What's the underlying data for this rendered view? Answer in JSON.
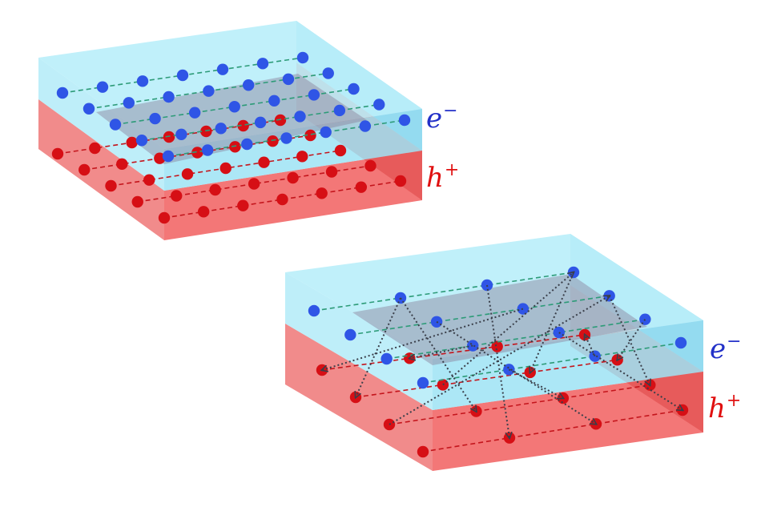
{
  "colors": {
    "electron_layer": "#9ee3f5",
    "hole_layer": "#f27070",
    "electron": "#2f55e6",
    "hole": "#d60f15",
    "electron_grid": "#2d9b78",
    "hole_grid": "#c4151c",
    "scatter_arrow": "#3a3f4a",
    "label_electron": "#2230c8",
    "label_hole": "#e01010"
  },
  "panels": [
    {
      "state": "ordered",
      "labels": {
        "electron": {
          "base": "e",
          "sup": "−"
        },
        "hole": {
          "base": "h",
          "sup": "+"
        }
      },
      "electron_grid": {
        "rows": 5,
        "cols": 7
      },
      "hole_grid": {
        "rows": 5,
        "cols": 7
      }
    },
    {
      "state": "scattered",
      "labels": {
        "electron": {
          "base": "e",
          "sup": "−"
        },
        "hole": {
          "base": "h",
          "sup": "+"
        }
      },
      "electron_grid": {
        "rows": 4,
        "cols": 4
      },
      "hole_grid": {
        "rows": 4,
        "cols": 4
      },
      "scatter_arrows": 14
    }
  ]
}
